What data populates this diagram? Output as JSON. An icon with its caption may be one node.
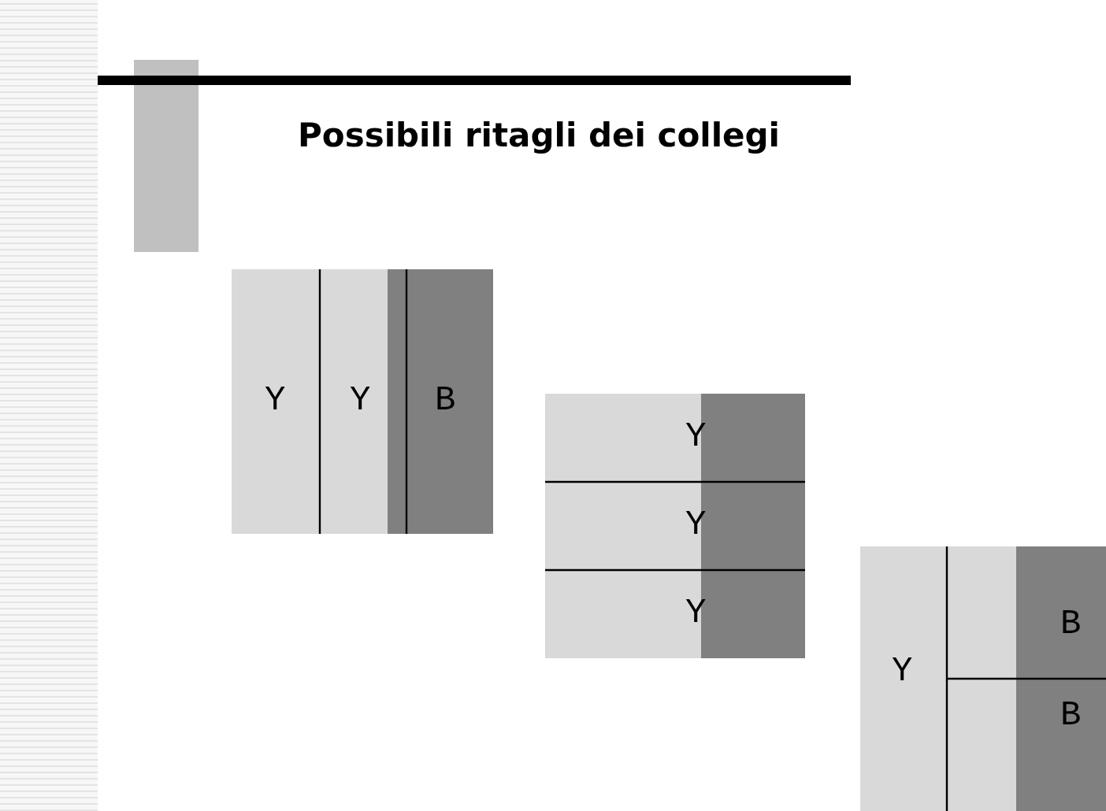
{
  "diagram": {
    "title": "Possibili ritagli dei collegi",
    "nodes": [
      {
        "text": [],
        "shape": "box"
      },
      {
        "text": [
          "Y"
        ],
        "in": 0
      },
      {
        "text": [
          "Y"
        ],
        "in": 0
      },
      {
        "text": [
          "B"
        ],
        "in": 0
      },
      {
        "text": [],
        "shape": "box"
      },
      {
        "text": [
          "Y"
        ],
        "in": 4
      },
      {
        "text": [
          "Y"
        ],
        "in": 4
      },
      {
        "text": [
          "Y"
        ],
        "in": 4
      },
      {
        "text": [],
        "shape": "box"
      },
      {
        "text": [
          "Y"
        ],
        "in": 8
      },
      {
        "text": [
          "B"
        ],
        "in": 8
      },
      {
        "text": [
          "B"
        ],
        "in": 8
      }
    ]
  }
}
